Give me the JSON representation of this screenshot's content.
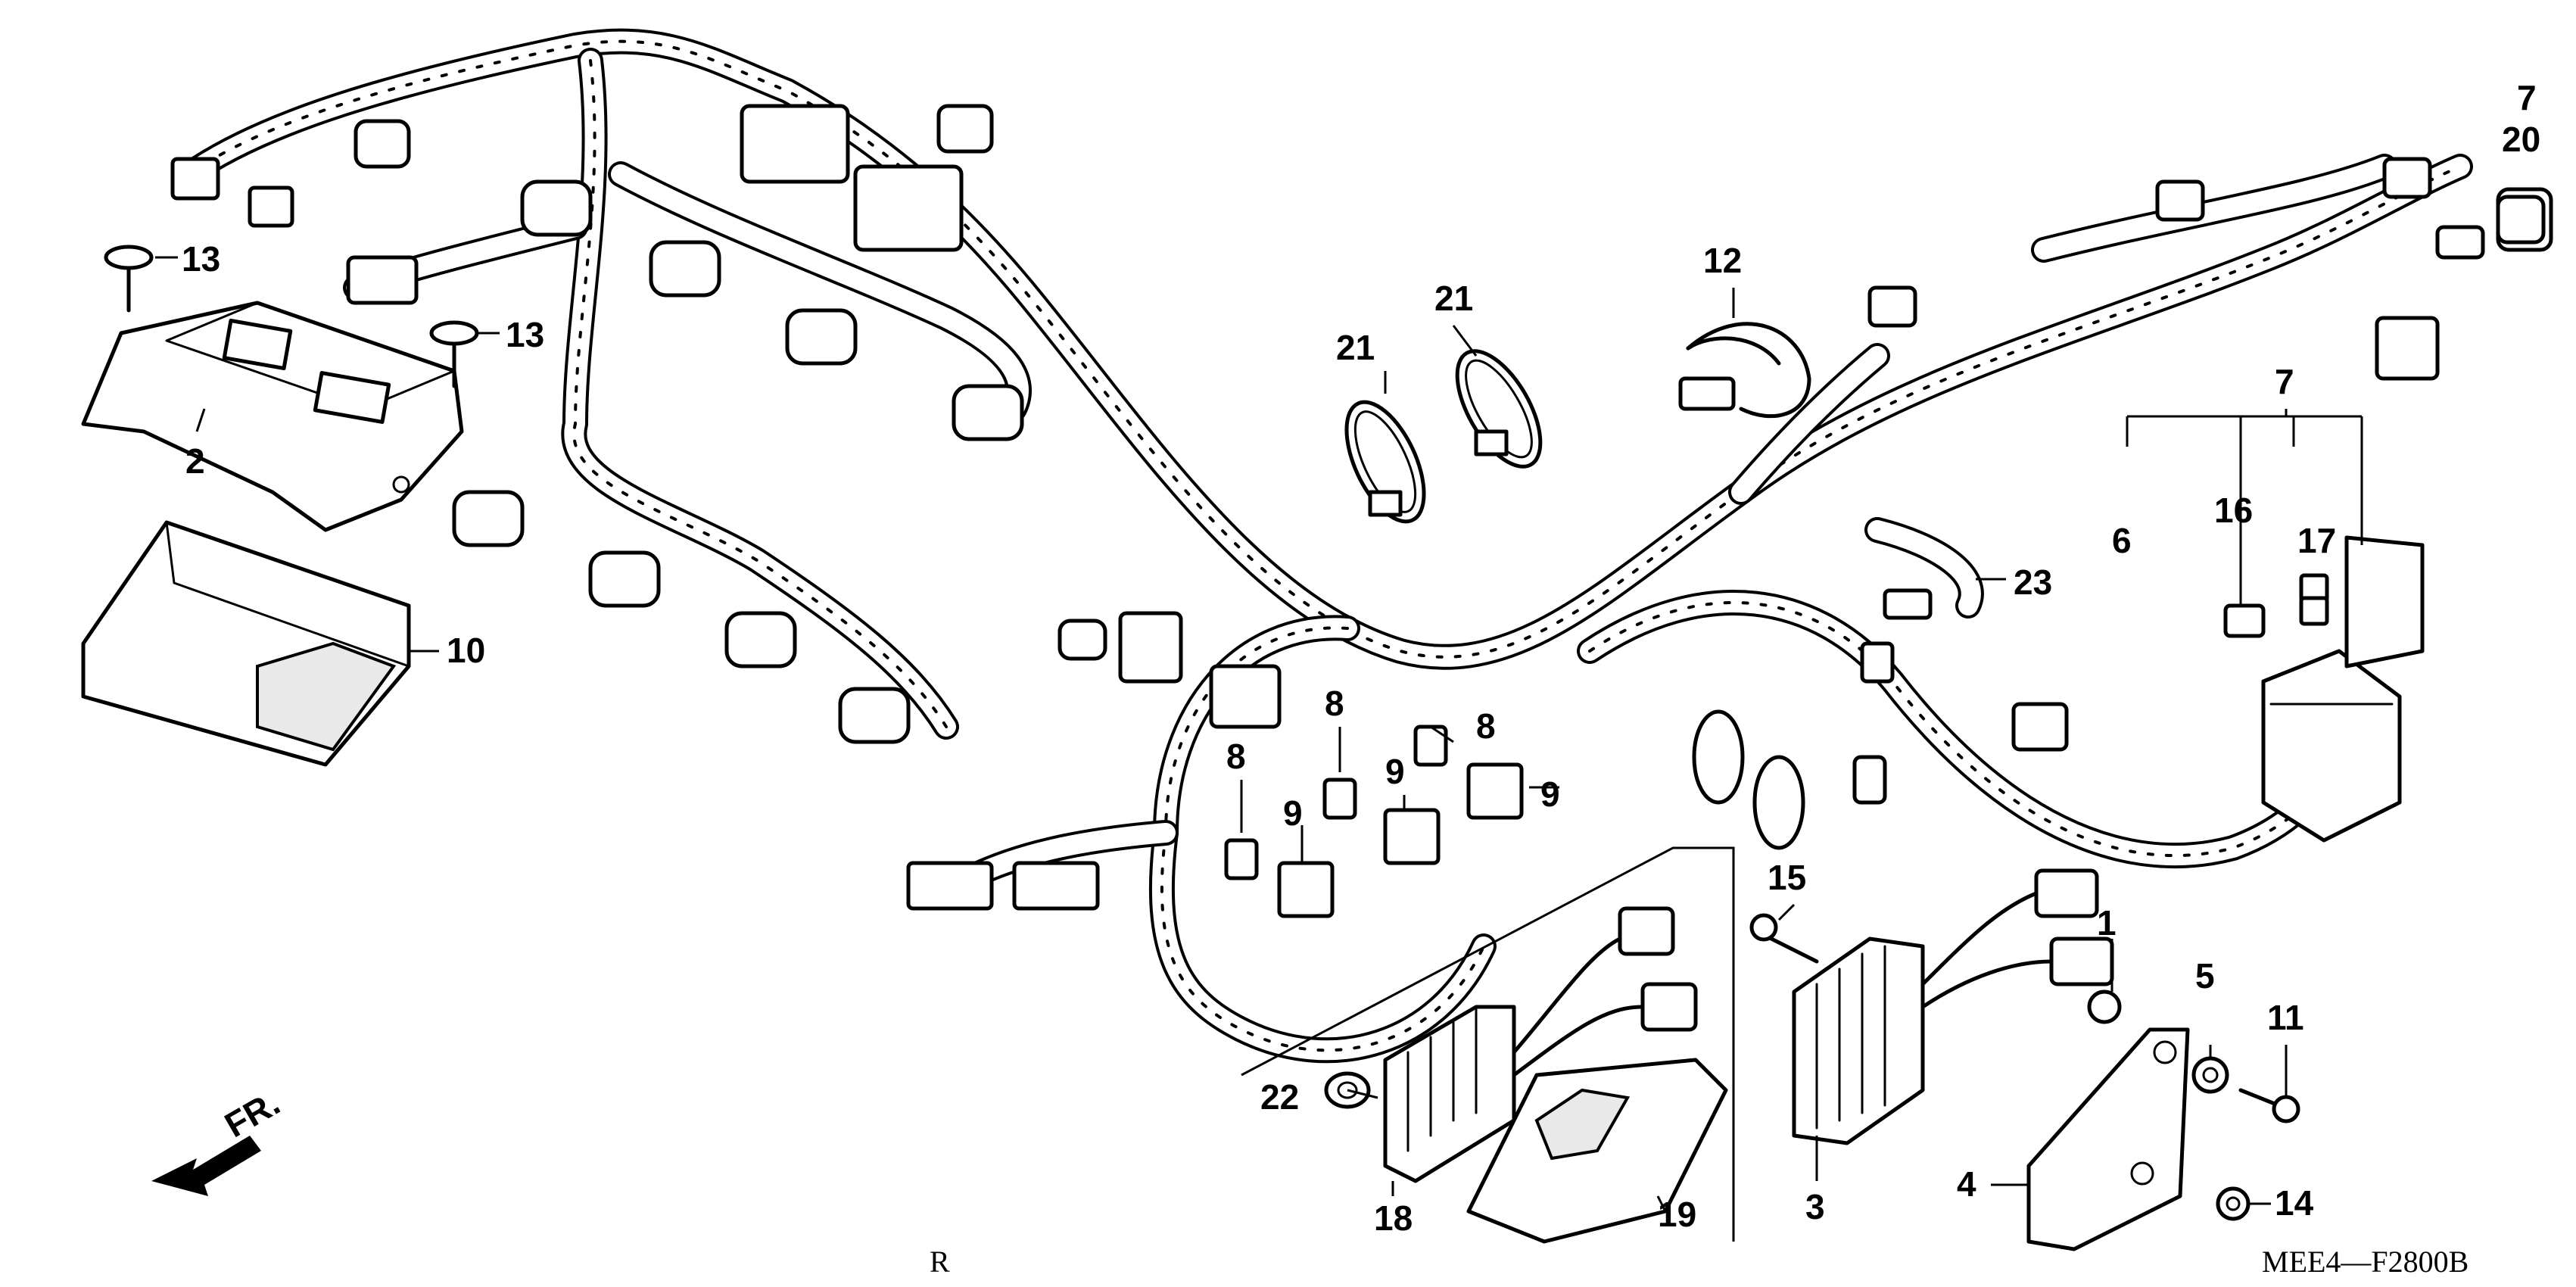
{
  "diagram": {
    "drawing_code": "MEE4—F2800B",
    "region_mark": "R",
    "front_arrow_label": "FR.",
    "front_arrow_icon": "front-direction-arrow-icon",
    "callouts": {
      "c1": "1",
      "c2": "2",
      "c3": "3",
      "c4": "4",
      "c5": "5",
      "c6": "6",
      "c7a": "7",
      "c7b": "7",
      "c8a": "8",
      "c8b": "8",
      "c8c": "8",
      "c9a": "9",
      "c9b": "9",
      "c9c": "9",
      "c10": "10",
      "c11": "11",
      "c12": "12",
      "c13a": "13",
      "c13b": "13",
      "c14": "14",
      "c15": "15",
      "c16": "16",
      "c17": "17",
      "c18": "18",
      "c19": "19",
      "c20": "20",
      "c21a": "21",
      "c21b": "21",
      "c22": "22",
      "c23": "23"
    }
  }
}
